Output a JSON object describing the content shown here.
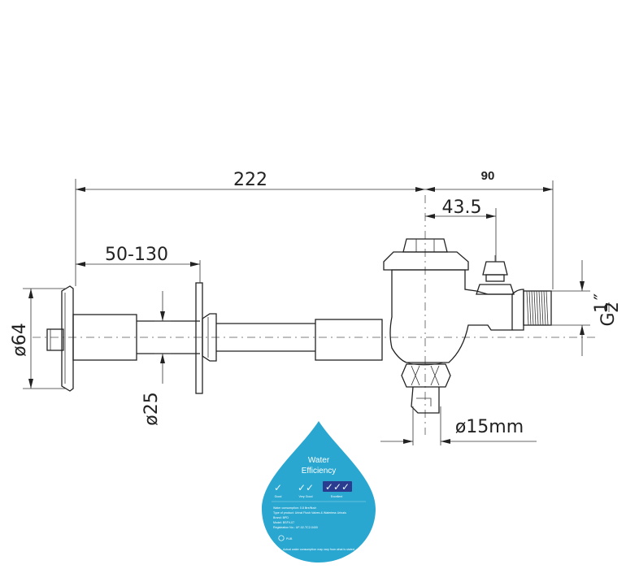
{
  "dimensions": {
    "overall_length": "222",
    "outlet_length": "90",
    "offset": "43.5",
    "adjustable_range": "50-130",
    "flange_diameter": "ø64",
    "pipe_diameter": "ø25",
    "outlet_diameter": "ø15mm",
    "thread": "G",
    "thread_fraction_num": "1",
    "thread_fraction_den": "2",
    "thread_mark": "″"
  },
  "badge": {
    "title_line1": "Water",
    "title_line2": "Efficiency",
    "ratings": [
      {
        "ticks": "✓",
        "label": "Good"
      },
      {
        "ticks": "✓✓",
        "label": "Very Good"
      },
      {
        "ticks": "✓✓✓",
        "label": "Excellent"
      }
    ],
    "details": [
      "Water consumption: 0.8 litre/flush",
      "Type of product: Urinal Flush Valves & Waterless Urinals",
      "Brand: BPD",
      "Model: BSFV-07",
      "Registration No.: UF-02-TC2-0400"
    ],
    "logo_text": "PUB",
    "footer": "Actual water consumption may vary from what is stated"
  },
  "colors": {
    "line": "#222222",
    "badge_fill": "#29a7d0",
    "badge_fill_dark": "#1b93bd",
    "badge_selected": "#2a3c8f"
  }
}
